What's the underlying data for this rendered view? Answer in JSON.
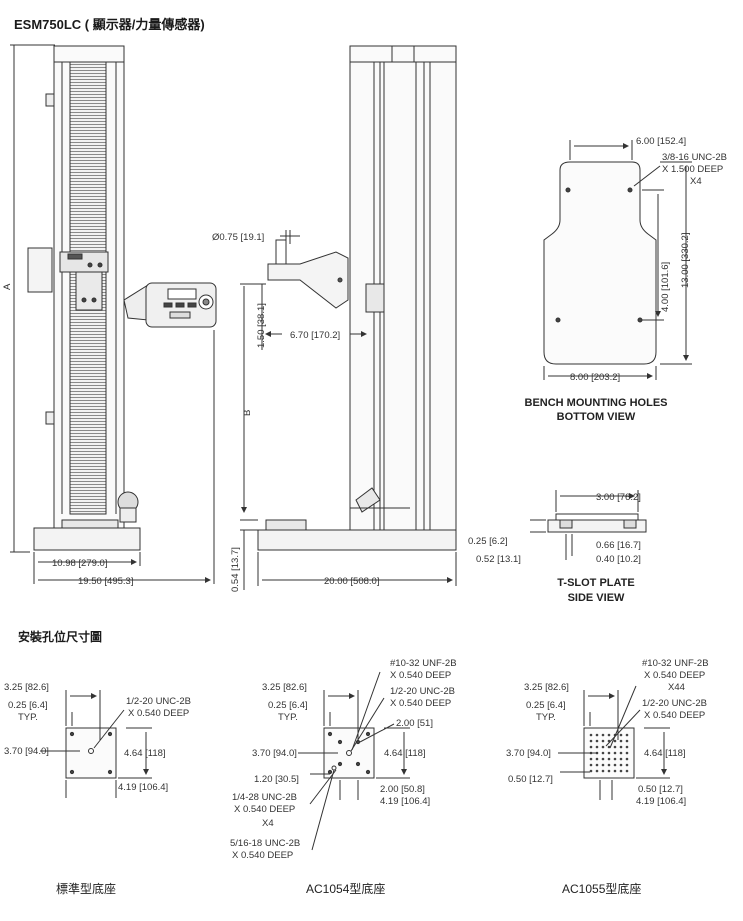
{
  "title": "ESM750LC ( 顯示器/力量傳感器)",
  "section2_title": "安裝孔位尺寸圖",
  "front_view": {
    "label_a": "A",
    "dim_base_depth": "10.98 [279.0]",
    "dim_total_depth": "19.50 [495.3]"
  },
  "side_view": {
    "dim_diameter": "Ø0.75 [19.1]",
    "dim_hook": "1.50 [38.1]",
    "dim_arm": "6.70 [170.2]",
    "label_b": "B",
    "dim_base_height": "0.54 [13.7]",
    "dim_base_width": "20.00 [508.0]"
  },
  "bottom_view": {
    "dim_top_width": "6.00 [152.4]",
    "thread_note": [
      "3/8-16 UNC-2B",
      "X 1.500 DEEP",
      "X4"
    ],
    "dim_hole_span": "4.00 [101.6]",
    "dim_length": "13.00 [330.2]",
    "dim_width": "8.00 [203.2]",
    "caption": [
      "BENCH MOUNTING HOLES",
      "BOTTOM VIEW"
    ]
  },
  "tslot_view": {
    "dim_width": "3.00 [76.2]",
    "dim_a": "0.25 [6.2]",
    "dim_b": "0.66 [16.7]",
    "dim_c": "0.52 [13.1]",
    "dim_d": "0.40 [10.2]",
    "caption": [
      "T-SLOT PLATE",
      "SIDE VIEW"
    ]
  },
  "base_standard": {
    "dim_top": "3.25 [82.6]",
    "dim_typ": [
      "0.25 [6.4]",
      "TYP."
    ],
    "dim_side": "3.70 [94.0]",
    "thread": [
      "1/2-20 UNC-2B",
      "X 0.540 DEEP"
    ],
    "dim_right": "4.64 [118]",
    "dim_bottom": "4.19 [106.4]",
    "label": "標準型底座"
  },
  "base_ac1054": {
    "dim_top": "3.25 [82.6]",
    "dim_typ": [
      "0.25 [6.4]",
      "TYP."
    ],
    "dim_side": "3.70 [94.0]",
    "thread1": [
      "#10-32 UNF-2B",
      "X 0.540 DEEP"
    ],
    "thread2": [
      "1/2-20 UNC-2B",
      "X 0.540 DEEP"
    ],
    "dim_inner": "2.00 [51]",
    "dim_right": "4.64 [118]",
    "dim_left_low": "1.20 [30.5]",
    "thread3": [
      "1/4-28 UNC-2B",
      "X 0.540 DEEP",
      "X4"
    ],
    "dim_inner2": "2.00 [50.8]",
    "dim_bottom": "4.19 [106.4]",
    "thread4": [
      "5/16-18 UNC-2B",
      "X 0.540 DEEP"
    ],
    "label": "AC1054型底座"
  },
  "base_ac1055": {
    "dim_top": "3.25 [82.6]",
    "dim_typ": [
      "0.25 [6.4]",
      "TYP."
    ],
    "dim_side": "3.70 [94.0]",
    "thread1": [
      "#10-32 UNF-2B",
      "X 0.540 DEEP",
      "X44"
    ],
    "thread2": [
      "1/2-20 UNC-2B",
      "X 0.540 DEEP"
    ],
    "dim_right": "4.64 [118]",
    "dim_left_low": "0.50 [12.7]",
    "dim_inner": "0.50 [12.7]",
    "dim_bottom": "4.19 [106.4]",
    "label": "AC1055型底座"
  },
  "display": {
    "buttons": [
      "",
      "",
      ""
    ]
  }
}
